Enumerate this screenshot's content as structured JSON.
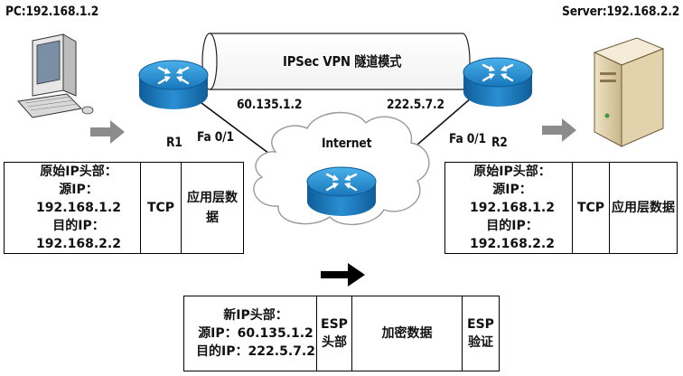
{
  "pc_label": "PC:192.168.1.2",
  "server_label": "Server:192.168.2.2",
  "tunnel_label": "IPSec VPN 隧道模式",
  "r1_label": "R1",
  "r2_label": "R2",
  "r1_port": "Fa 0/1",
  "r2_port": "Fa 0/1",
  "r1_public_ip": "60.135.1.2",
  "r2_public_ip": "222.5.7.2",
  "internet_label": "Internet",
  "left_packet": {
    "header_title": "原始IP头部：",
    "src": "源IP：192.168.1.2",
    "dst": "目的IP：192.168.2.2",
    "tcp": "TCP",
    "app": "应用层数据"
  },
  "right_packet": {
    "header_title": "原始IP头部：",
    "src": "源IP：192.168.1.2",
    "dst": "目的IP：192.168.2.2",
    "tcp": "TCP",
    "app": "应用层数据"
  },
  "esp_packet": {
    "header_title": "新IP头部：",
    "src": "源IP：60.135.1.2",
    "dst": "目的IP：222.5.7.2",
    "esp_header_1": "ESP",
    "esp_header_2": "头部",
    "encrypted": "加密数据",
    "esp_auth_1": "ESP",
    "esp_auth_2": "验证"
  },
  "colors": {
    "router_blue": "#1d7fc4",
    "arrow_gray": "#8c8c8c",
    "cloud_stroke": "#9a9a9a"
  }
}
